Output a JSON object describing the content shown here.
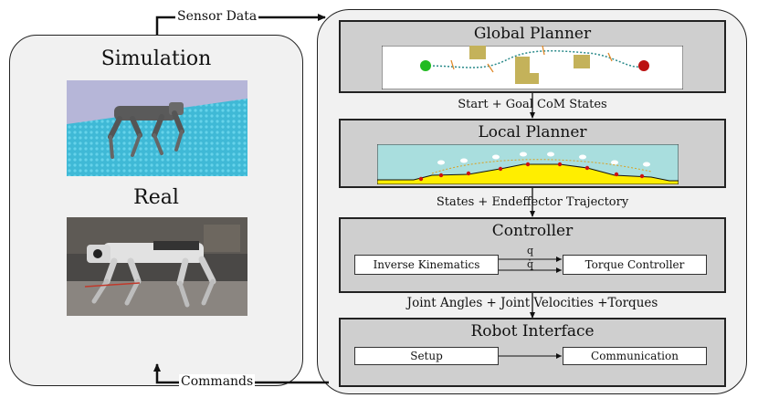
{
  "left_panel": {
    "simulation_title": "Simulation",
    "real_title": "Real"
  },
  "connectors": {
    "sensor_data": "Sensor Data",
    "commands": "Commands"
  },
  "blocks": {
    "global_planner": {
      "title": "Global Planner"
    },
    "local_planner": {
      "title": "Local Planner"
    },
    "controller": {
      "title": "Controller",
      "inverse_kinematics": "Inverse Kinematics",
      "torque_controller": "Torque Controller",
      "signal_q": "q",
      "signal_qdot": "q̇"
    },
    "robot_interface": {
      "title": "Robot Interface",
      "setup": "Setup",
      "communication": "Communication"
    }
  },
  "flow_labels": {
    "global_to_local": "Start + Goal CoM States",
    "local_to_controller": "States + Endeffector Trajectory",
    "controller_to_interface": "Joint Angles + Joint Velocities +Torques"
  },
  "colors": {
    "panel_background": "#f1f1f1",
    "block_background": "#cfcfcf",
    "start_marker": "#22bb22",
    "goal_marker": "#bb1111",
    "obstacle": "#c4b25a",
    "path": "#2a8a8a",
    "terrain_sky": "#a9dede",
    "terrain_fill": "#ffee00",
    "sim_floor": "#3fb9d6",
    "sim_sky": "#b6b6d8"
  }
}
